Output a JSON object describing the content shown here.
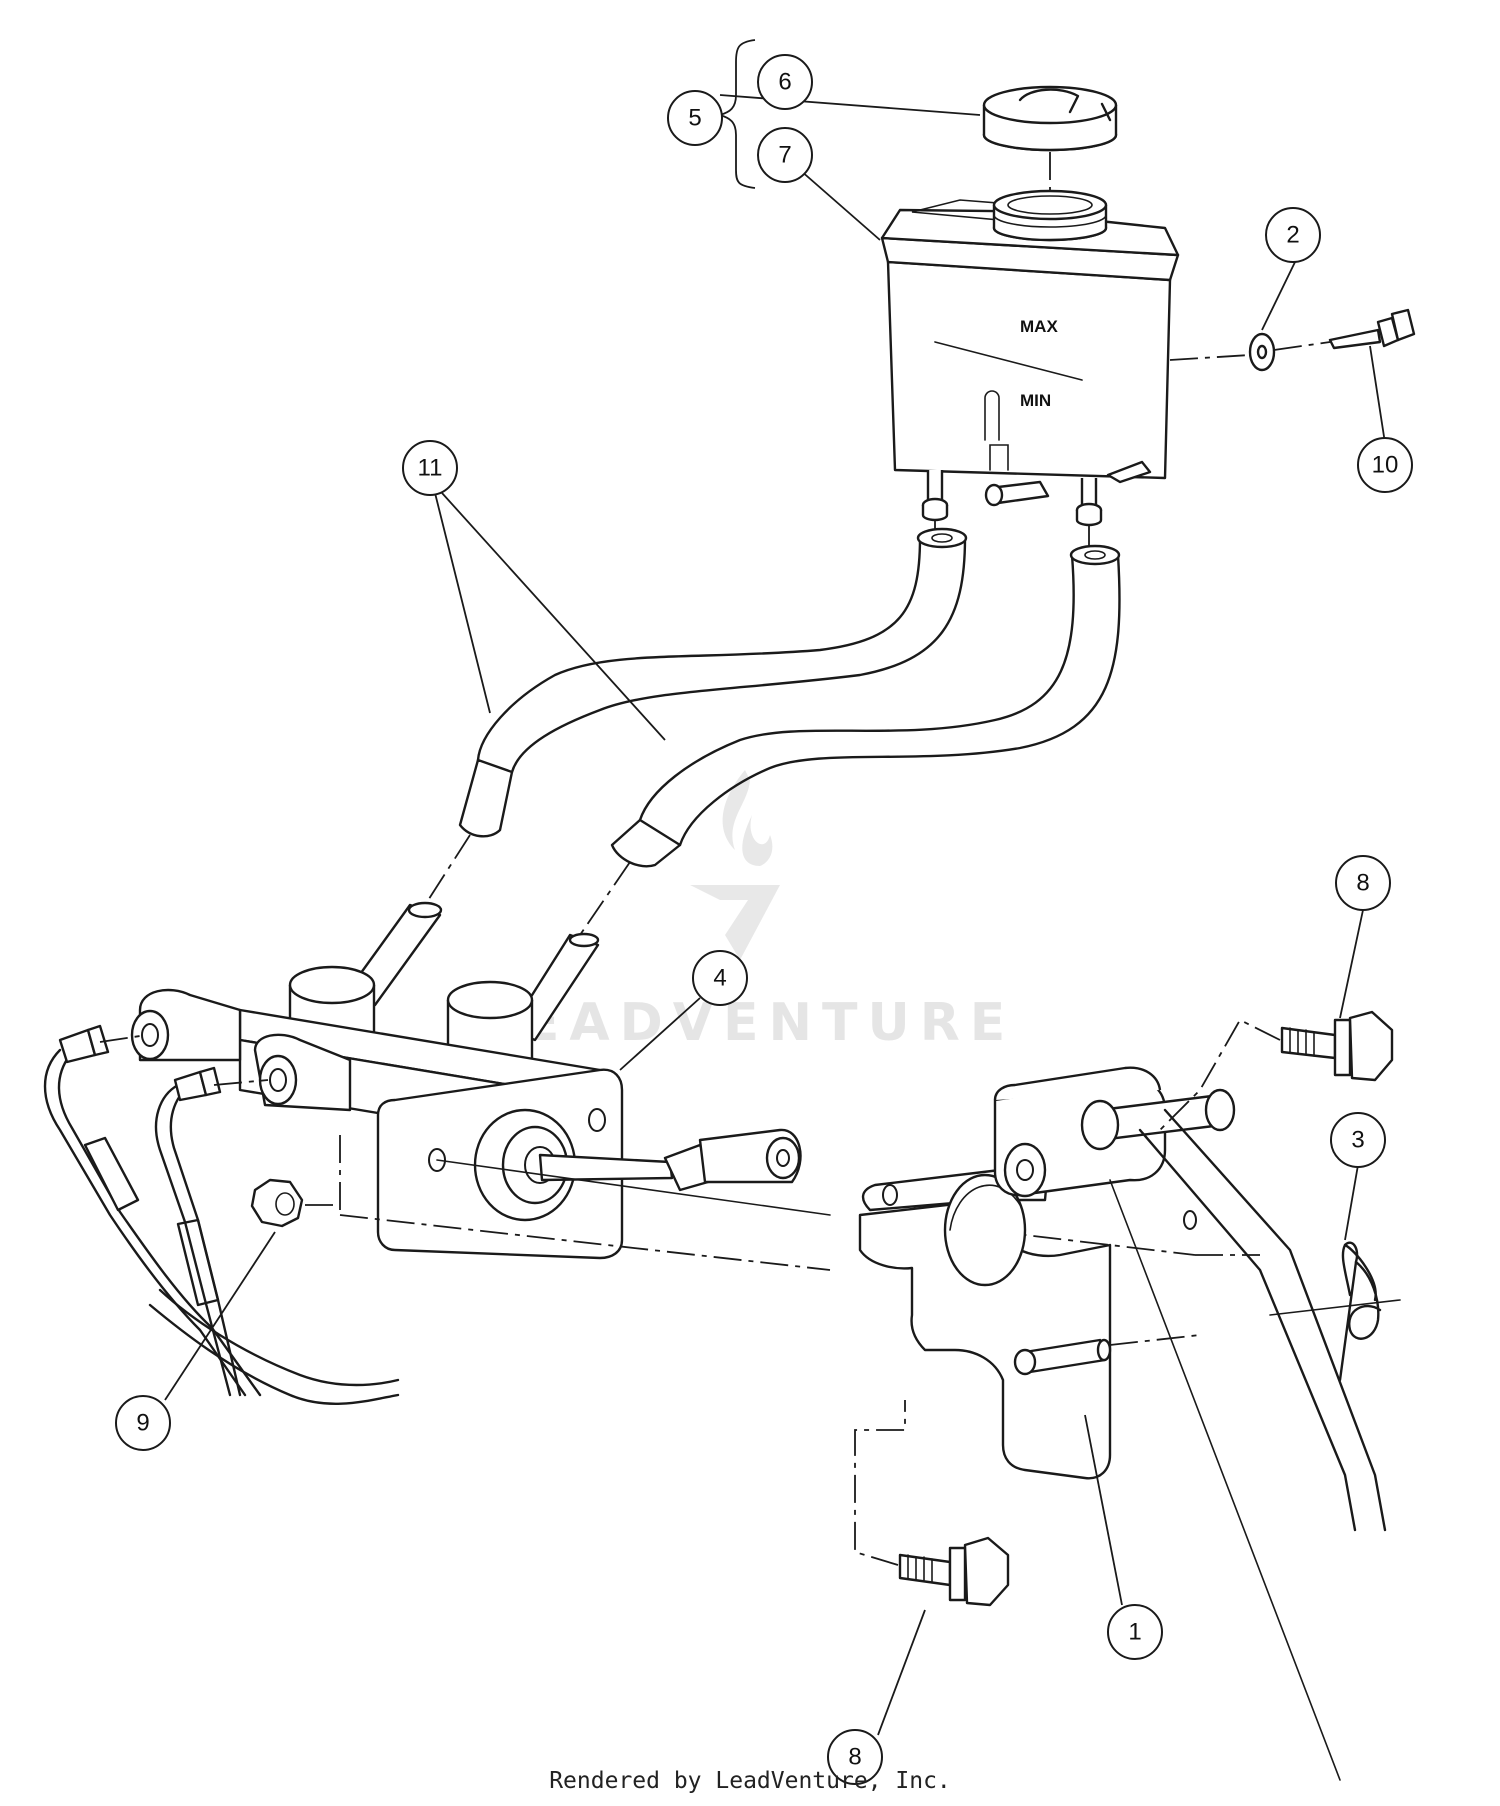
{
  "diagram": {
    "callouts": [
      {
        "id": "1",
        "label": "1"
      },
      {
        "id": "2",
        "label": "2"
      },
      {
        "id": "3",
        "label": "3"
      },
      {
        "id": "4",
        "label": "4"
      },
      {
        "id": "5",
        "label": "5"
      },
      {
        "id": "6",
        "label": "6"
      },
      {
        "id": "7",
        "label": "7"
      },
      {
        "id": "8a",
        "label": "8"
      },
      {
        "id": "8b",
        "label": "8"
      },
      {
        "id": "9",
        "label": "9"
      },
      {
        "id": "10",
        "label": "10"
      },
      {
        "id": "11",
        "label": "11"
      }
    ],
    "reservoir": {
      "max_label": "MAX",
      "min_label": "MIN"
    },
    "watermark": "LEADVENTURE"
  },
  "footer": {
    "text": "Rendered by LeadVenture, Inc."
  }
}
